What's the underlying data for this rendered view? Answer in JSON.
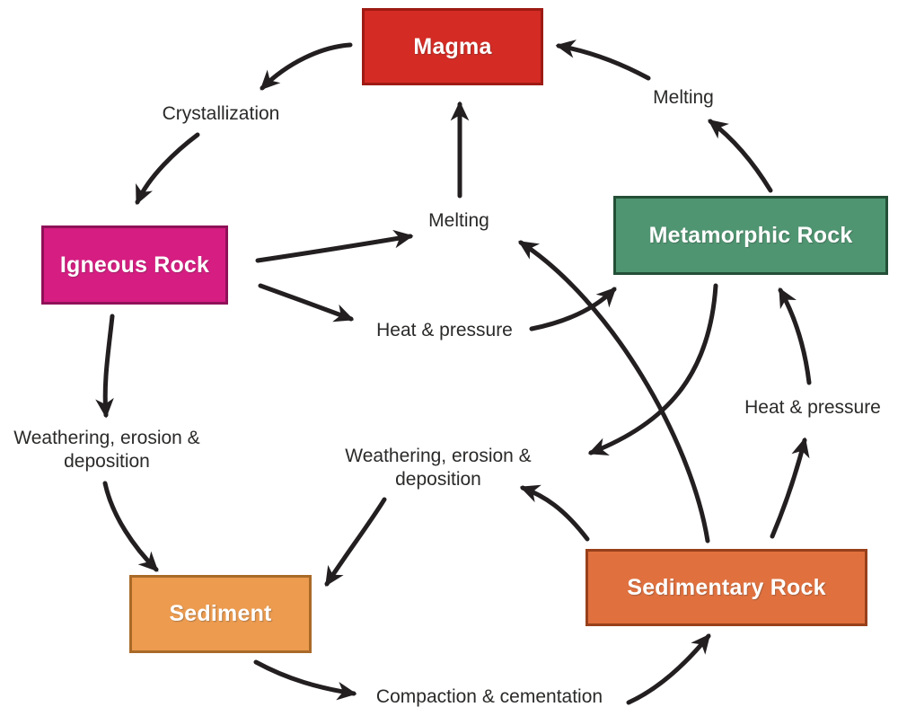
{
  "diagram": {
    "title": "Rock cycle diagram",
    "background_color": "#ffffff",
    "arrow_color": "#231f20",
    "label_color": "#2b2a29",
    "nodes": {
      "magma": {
        "label": "Magma",
        "fill": "#d42b24",
        "border": "#9e1b14",
        "text_color": "#ffffff"
      },
      "igneous": {
        "label": "Igneous Rock",
        "fill": "#d61d82",
        "border": "#8f1157",
        "text_color": "#ffffff"
      },
      "metamorphic": {
        "label": "Metamorphic Rock",
        "fill": "#4f9571",
        "border": "#234f37",
        "text_color": "#ffffff"
      },
      "sediment": {
        "label": "Sediment",
        "fill": "#ec9b4f",
        "border": "#a96a28",
        "text_color": "#ffffff"
      },
      "sedimentary": {
        "label": "Sedimentary Rock",
        "fill": "#e0713f",
        "border": "#98401b",
        "text_color": "#ffffff"
      }
    },
    "labels": {
      "crystallization": "Crystallization",
      "melting_top": "Melting",
      "melting_center": "Melting",
      "heat_pressure_center": "Heat & pressure",
      "heat_pressure_right": "Heat & pressure",
      "weathering_left": "Weathering, erosion & deposition",
      "weathering_center": "Weathering, erosion & deposition",
      "compaction": "Compaction & cementation"
    }
  }
}
